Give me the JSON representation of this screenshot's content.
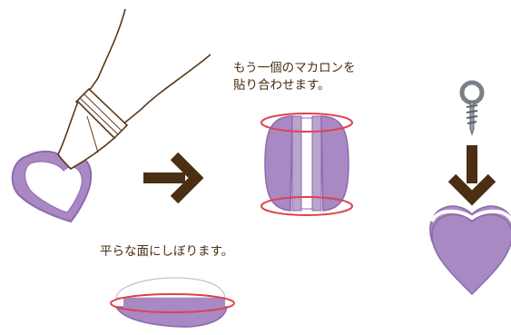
{
  "captions": {
    "attach_line1": "もう一個のマカロンを",
    "attach_line2": "貼り合わせます。",
    "pipe_flat": "平らな面にしぼります。"
  },
  "colors": {
    "macaron_purple": "#a889c3",
    "macaron_outline": "#8b6aab",
    "highlight_red": "#e0404f",
    "arrow_brown": "#4a2f12",
    "cream_white": "#ffffff",
    "outline_brown": "#5a3a1c",
    "screw_gray": "#7a7f88"
  },
  "icons": {
    "pastry_bag": "pastry-bag-icon",
    "screw_eye": "screw-eye-icon",
    "heart_macaron": "heart-macaron-icon"
  }
}
